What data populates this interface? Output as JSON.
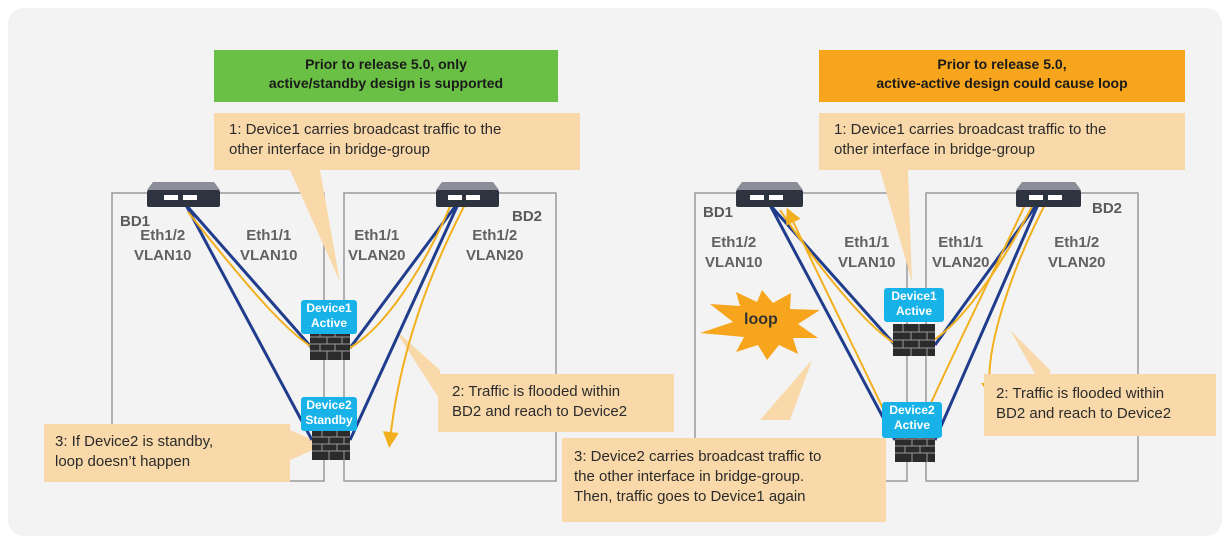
{
  "left": {
    "banner": {
      "line1": "Prior to release 5.0, only",
      "line2": "active/standby design is supported",
      "color": "#6abf45"
    },
    "bd1": "BD1",
    "bd2": "BD2",
    "ports": {
      "p1": "Eth1/2\nVLAN10",
      "p2": "Eth1/1\nVLAN10",
      "p3": "Eth1/1\nVLAN20",
      "p4": "Eth1/2\nVLAN20"
    },
    "device1": {
      "name": "Device1",
      "role": "Active"
    },
    "device2": {
      "name": "Device2",
      "role": "Standby"
    },
    "callout1": "1: Device1 carries broadcast traffic to the\nother interface in bridge-group",
    "callout2": "2: Traffic is flooded within\nBD2 and reach to Device2",
    "callout3": "3: If Device2 is standby,\nloop doesn’t happen"
  },
  "right": {
    "banner": {
      "line1": "Prior to release 5.0,",
      "line2": "active-active design could cause loop",
      "color": "#f7a51c"
    },
    "bd1": "BD1",
    "bd2": "BD2",
    "ports": {
      "p1": "Eth1/2\nVLAN10",
      "p2": "Eth1/1\nVLAN10",
      "p3": "Eth1/1\nVLAN20",
      "p4": "Eth1/2\nVLAN20"
    },
    "device1": {
      "name": "Device1",
      "role": "Active"
    },
    "device2": {
      "name": "Device2",
      "role": "Active"
    },
    "loop": "loop",
    "callout1": "1: Device1 carries broadcast traffic to the\nother interface in bridge-group",
    "callout2": "2: Traffic is flooded within\nBD2 and reach to Device2",
    "callout3": "3: Device2 carries broadcast traffic to\nthe other interface in bridge-group.\nThen, traffic goes to Device1 again"
  },
  "colors": {
    "callout": "#f9d9aa",
    "link": "#1f3d8c",
    "traffic": "#f2b01e",
    "device_label": "#17b2e8",
    "loop_burst": "#f7a51c"
  },
  "icons": {
    "switch": "switch-icon",
    "firewall": "firewall-icon",
    "burst": "starburst-icon"
  }
}
